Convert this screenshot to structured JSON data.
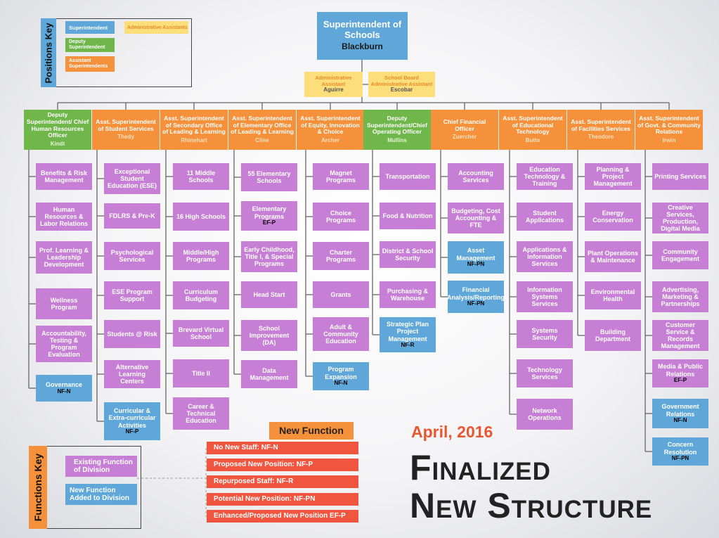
{
  "top": {
    "title": "Superintendent of Schools",
    "name": "Blackburn"
  },
  "assistants": [
    {
      "title": "Administrative Assistant",
      "name": "Aguirre"
    },
    {
      "title": "School Board Administrative Assistant",
      "name": "Escobar"
    }
  ],
  "positions_key": {
    "label": "Positions Key",
    "items": [
      {
        "label": "Superintendent",
        "color": "blue"
      },
      {
        "label": "Administrative Assistants",
        "color": "yellow"
      },
      {
        "label": "Deputy Superintendent",
        "color": "green"
      },
      {
        "label": "Assistant Superintendents",
        "color": "orange"
      }
    ]
  },
  "divisions": [
    {
      "title": "Deputy Superintendent/ Chief Human Resources Officer",
      "name": "Kindt",
      "color": "green",
      "items": [
        {
          "text": "Benefits & Risk Management",
          "color": "purple"
        },
        {
          "text": "Human Resources & Labor Relations",
          "color": "purple"
        },
        {
          "text": "Prof. Learning & Leadership Development",
          "color": "purple"
        },
        {
          "text": "Wellness Program",
          "color": "purple"
        },
        {
          "text": "Accountability, Testing & Program Evaluation",
          "color": "purple"
        },
        {
          "text": "Governance",
          "code": "NF-N",
          "color": "blue"
        }
      ]
    },
    {
      "title": "Asst. Superintendent of Student Services",
      "name": "Thedy",
      "color": "orange",
      "items": [
        {
          "text": "Exceptional Student Education (ESE)",
          "color": "purple"
        },
        {
          "text": "FDLRS & Pre-K",
          "color": "purple"
        },
        {
          "text": "Psychological Services",
          "color": "purple"
        },
        {
          "text": "ESE Program Support",
          "color": "purple"
        },
        {
          "text": "Students @ Risk",
          "color": "purple"
        },
        {
          "text": "Alternative Learning Centers",
          "color": "purple"
        },
        {
          "text": "Curricular & Extra-curricular Activities",
          "code": "NF-P",
          "color": "blue"
        }
      ]
    },
    {
      "title": "Asst. Superintendent of Secondary Office of Leading & Learning",
      "name": "Rhinehart",
      "color": "orange",
      "items": [
        {
          "text": "11 Middle Schools",
          "color": "purple"
        },
        {
          "text": "16 High Schools",
          "color": "purple"
        },
        {
          "text": "Middle/High Programs",
          "color": "purple"
        },
        {
          "text": "Curriculum Budgeting",
          "color": "purple"
        },
        {
          "text": "Brevard Virtual School",
          "color": "purple"
        },
        {
          "text": "Title II",
          "color": "purple"
        },
        {
          "text": "Career & Technical Education",
          "color": "purple"
        }
      ]
    },
    {
      "title": "Asst. Superintendent of Elementary Office of Leading & Learning",
      "name": "Cline",
      "color": "orange",
      "items": [
        {
          "text": "55 Elementary Schools",
          "color": "purple"
        },
        {
          "text": "Elementary Programs",
          "code": "EF-P",
          "color": "purple"
        },
        {
          "text": "Early Childhood, Title I, & Special Programs",
          "color": "purple"
        },
        {
          "text": "Head Start",
          "color": "purple"
        },
        {
          "text": "School Improvement (DA)",
          "color": "purple"
        },
        {
          "text": "Data Management",
          "color": "purple"
        }
      ]
    },
    {
      "title": "Asst. Superintendent of Equity, Innovation & Choice",
      "name": "Archer",
      "color": "orange",
      "items": [
        {
          "text": "Magnet Programs",
          "color": "purple"
        },
        {
          "text": "Choice Programs",
          "color": "purple"
        },
        {
          "text": "Charter Programs",
          "color": "purple"
        },
        {
          "text": "Grants",
          "color": "purple"
        },
        {
          "text": "Adult & Community Education",
          "color": "purple"
        },
        {
          "text": "Program Expansion",
          "code": "NF-N",
          "color": "blue"
        }
      ]
    },
    {
      "title": "Deputy Superintendent/Chief Operating Officer",
      "name": "Mullins",
      "color": "green",
      "items": [
        {
          "text": "Transportation",
          "color": "purple"
        },
        {
          "text": "Food & Nutrition",
          "color": "purple"
        },
        {
          "text": "District & School Security",
          "color": "purple"
        },
        {
          "text": "Purchasing & Warehouse",
          "color": "purple"
        },
        {
          "text": "Strategic Plan Project Management",
          "code": "NF-R",
          "color": "blue"
        }
      ]
    },
    {
      "title": "Chief Financial Officer",
      "name": "Zuercher",
      "color": "orange",
      "items": [
        {
          "text": "Accounting Services",
          "color": "purple"
        },
        {
          "text": "Budgeting, Cost Accounting & FTE",
          "color": "purple"
        },
        {
          "text": "Asset Management",
          "code": "NF-PN",
          "color": "blue"
        },
        {
          "text": "Financial Analysis/Reporting",
          "code": "NF-PN",
          "color": "blue"
        }
      ]
    },
    {
      "title": "Asst. Superintendent of Educational Technology",
      "name": "Butto",
      "color": "orange",
      "items": [
        {
          "text": "Education Technology & Training",
          "color": "purple"
        },
        {
          "text": "Student Applications",
          "color": "purple"
        },
        {
          "text": "Applications & Information Services",
          "color": "purple"
        },
        {
          "text": "Information Systems Services",
          "color": "purple"
        },
        {
          "text": "Systems Security",
          "color": "purple"
        },
        {
          "text": "Technology Services",
          "color": "purple"
        },
        {
          "text": "Network Operations",
          "color": "purple"
        }
      ]
    },
    {
      "title": "Asst. Superintendent of Facilities Services",
      "name": "Theodore",
      "color": "orange",
      "items": [
        {
          "text": "Planning & Project Management",
          "color": "purple"
        },
        {
          "text": "Energy Conservation",
          "color": "purple"
        },
        {
          "text": "Plant Operations & Maintenance",
          "color": "purple"
        },
        {
          "text": "Environmental Health",
          "color": "purple"
        },
        {
          "text": "Building Department",
          "color": "purple"
        }
      ]
    },
    {
      "title": "Asst. Superintendent of Govt. & Community Relations",
      "name": "Irwin",
      "color": "orange",
      "items": [
        {
          "text": "Printing Services",
          "color": "purple"
        },
        {
          "text": "Creative Services, Production, Digital Media",
          "color": "purple"
        },
        {
          "text": "Community Engagement",
          "color": "purple"
        },
        {
          "text": "Advertising, Marketing & Partnerships",
          "color": "purple"
        },
        {
          "text": "Customer Service & Records Management",
          "color": "purple"
        },
        {
          "text": "Media & Public Relations",
          "code": "EF-P",
          "color": "purple"
        },
        {
          "text": "Government Relations",
          "code": "NF-N",
          "color": "blue"
        },
        {
          "text": "Concern Resolution",
          "code": "NF-PN",
          "color": "blue"
        }
      ]
    }
  ],
  "functions_key": {
    "label": "Functions Key",
    "items": [
      {
        "label": "Existing Function of Division",
        "color": "purple"
      },
      {
        "label": "New Function Added to Division",
        "color": "blue"
      }
    ]
  },
  "new_function": {
    "title": "New Function",
    "items": [
      "No New Staff: NF-N",
      "Proposed New Position: NF-P",
      "Repurposed Staff: NF-R",
      "Potential New Position: NF-PN",
      "Enhanced/Proposed New Position EF-P"
    ]
  },
  "date": "April, 2016",
  "headline_1": "Finalized",
  "headline_2": "New Structure",
  "colors": {
    "purple": "#c77fd6",
    "blue": "#5fa7d9",
    "orange": "#f5913b",
    "green": "#6fb74b",
    "yellow": "#fcde7b",
    "red": "#ef553f"
  }
}
